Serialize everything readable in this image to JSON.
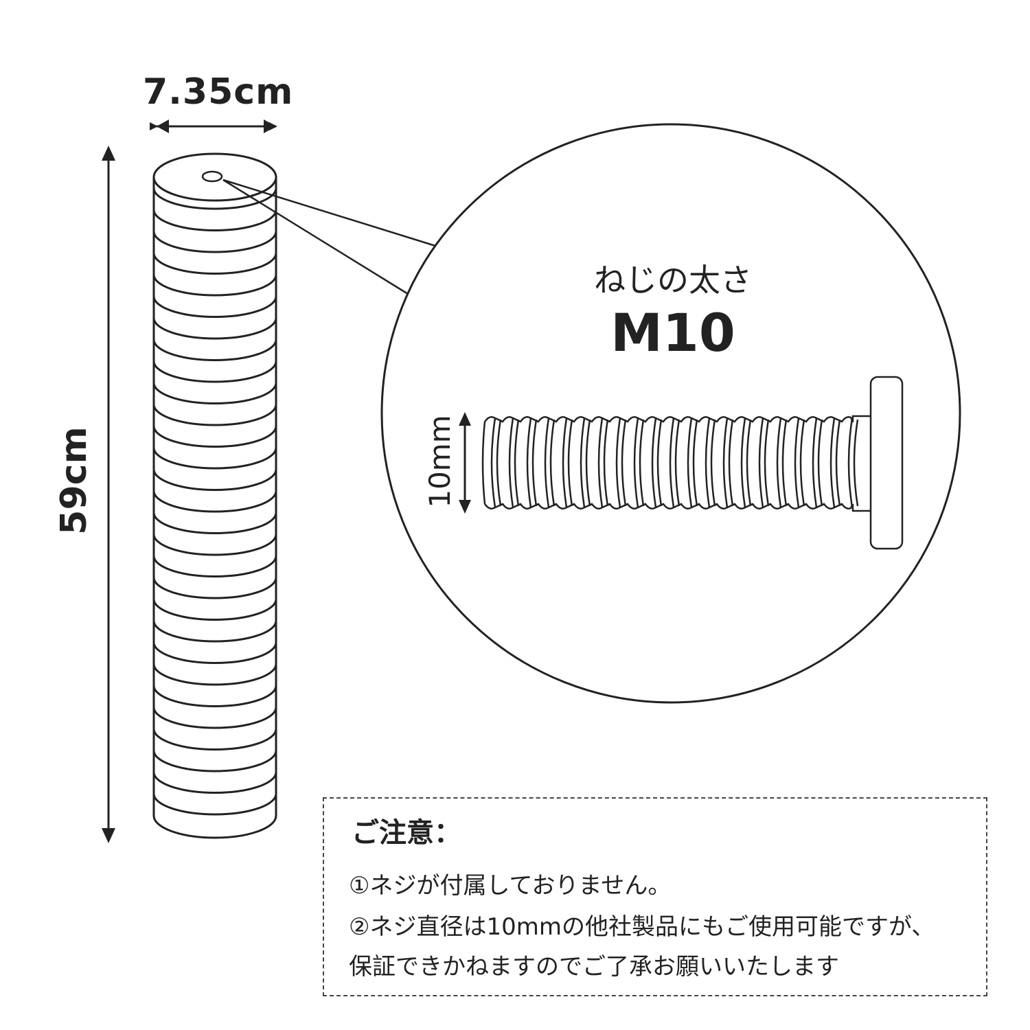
{
  "dimensions": {
    "width": "7.35cm",
    "height": "59cm"
  },
  "detail": {
    "title": "ねじの太さ",
    "spec": "M10",
    "diameter": "10mm"
  },
  "notice": {
    "heading": "ご注意：",
    "lines": [
      "①ネジが付属しておりません。",
      "②ネジ直径は10mmの他社製品にもご使用可能ですが、",
      "保証できかねますのでご了承お願いいたします"
    ]
  },
  "colors": {
    "stroke": "#222222",
    "background": "#ffffff"
  }
}
